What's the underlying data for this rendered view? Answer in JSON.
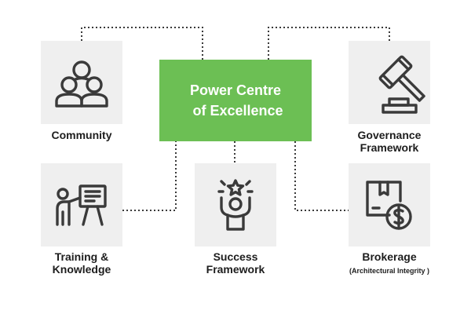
{
  "center": {
    "line1": "Power Centre",
    "line2": "of Excellence",
    "color": "#6cbf54"
  },
  "nodes": {
    "community": {
      "label": "Community",
      "icon": "community-icon"
    },
    "governance": {
      "line1": "Governance",
      "line2": "Framework",
      "icon": "gavel-icon"
    },
    "training": {
      "line1": "Training &",
      "line2": "Knowledge",
      "icon": "presenter-board-icon"
    },
    "success": {
      "line1": "Success",
      "line2": "Framework",
      "icon": "celebrating-person-star-icon"
    },
    "brokerage": {
      "label": "Brokerage",
      "sublabel": "(Architectural Integrity )",
      "icon": "box-dollar-icon"
    }
  },
  "colors": {
    "tile_bg": "#efefef",
    "icon_stroke": "#3a3a3a",
    "connector": "#3a3a3a",
    "label_text": "#1d1d1d"
  }
}
